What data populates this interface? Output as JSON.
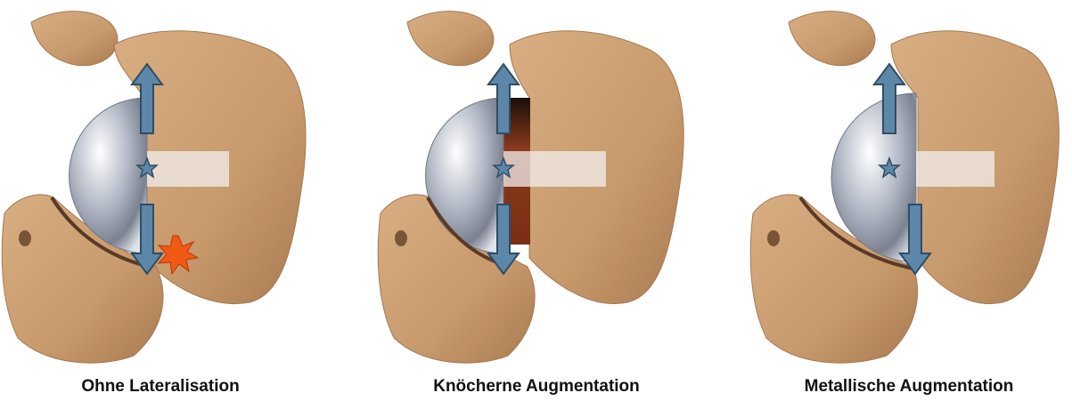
{
  "panels": [
    {
      "caption": "Ohne Lateralisation",
      "variant": "none"
    },
    {
      "caption": "Knöcherne Augmentation",
      "variant": "bone"
    },
    {
      "caption": "Metallische Augmentation",
      "variant": "metal"
    }
  ],
  "colors": {
    "bone": "#c79a6d",
    "bone_dark": "#8b6443",
    "bone_edge": "#a57a52",
    "implant_light": "#f1f3f8",
    "implant_dark": "#6f7684",
    "arrow_fill": "#5d87a8",
    "arrow_stroke": "#2f4d65",
    "bone_graft": "#8a3a1c",
    "impingement_burst": "#f05a14"
  },
  "icons": {
    "force_arrow": "arrow-icon",
    "center_of_rotation": "star-icon",
    "impingement": "burst-icon"
  }
}
